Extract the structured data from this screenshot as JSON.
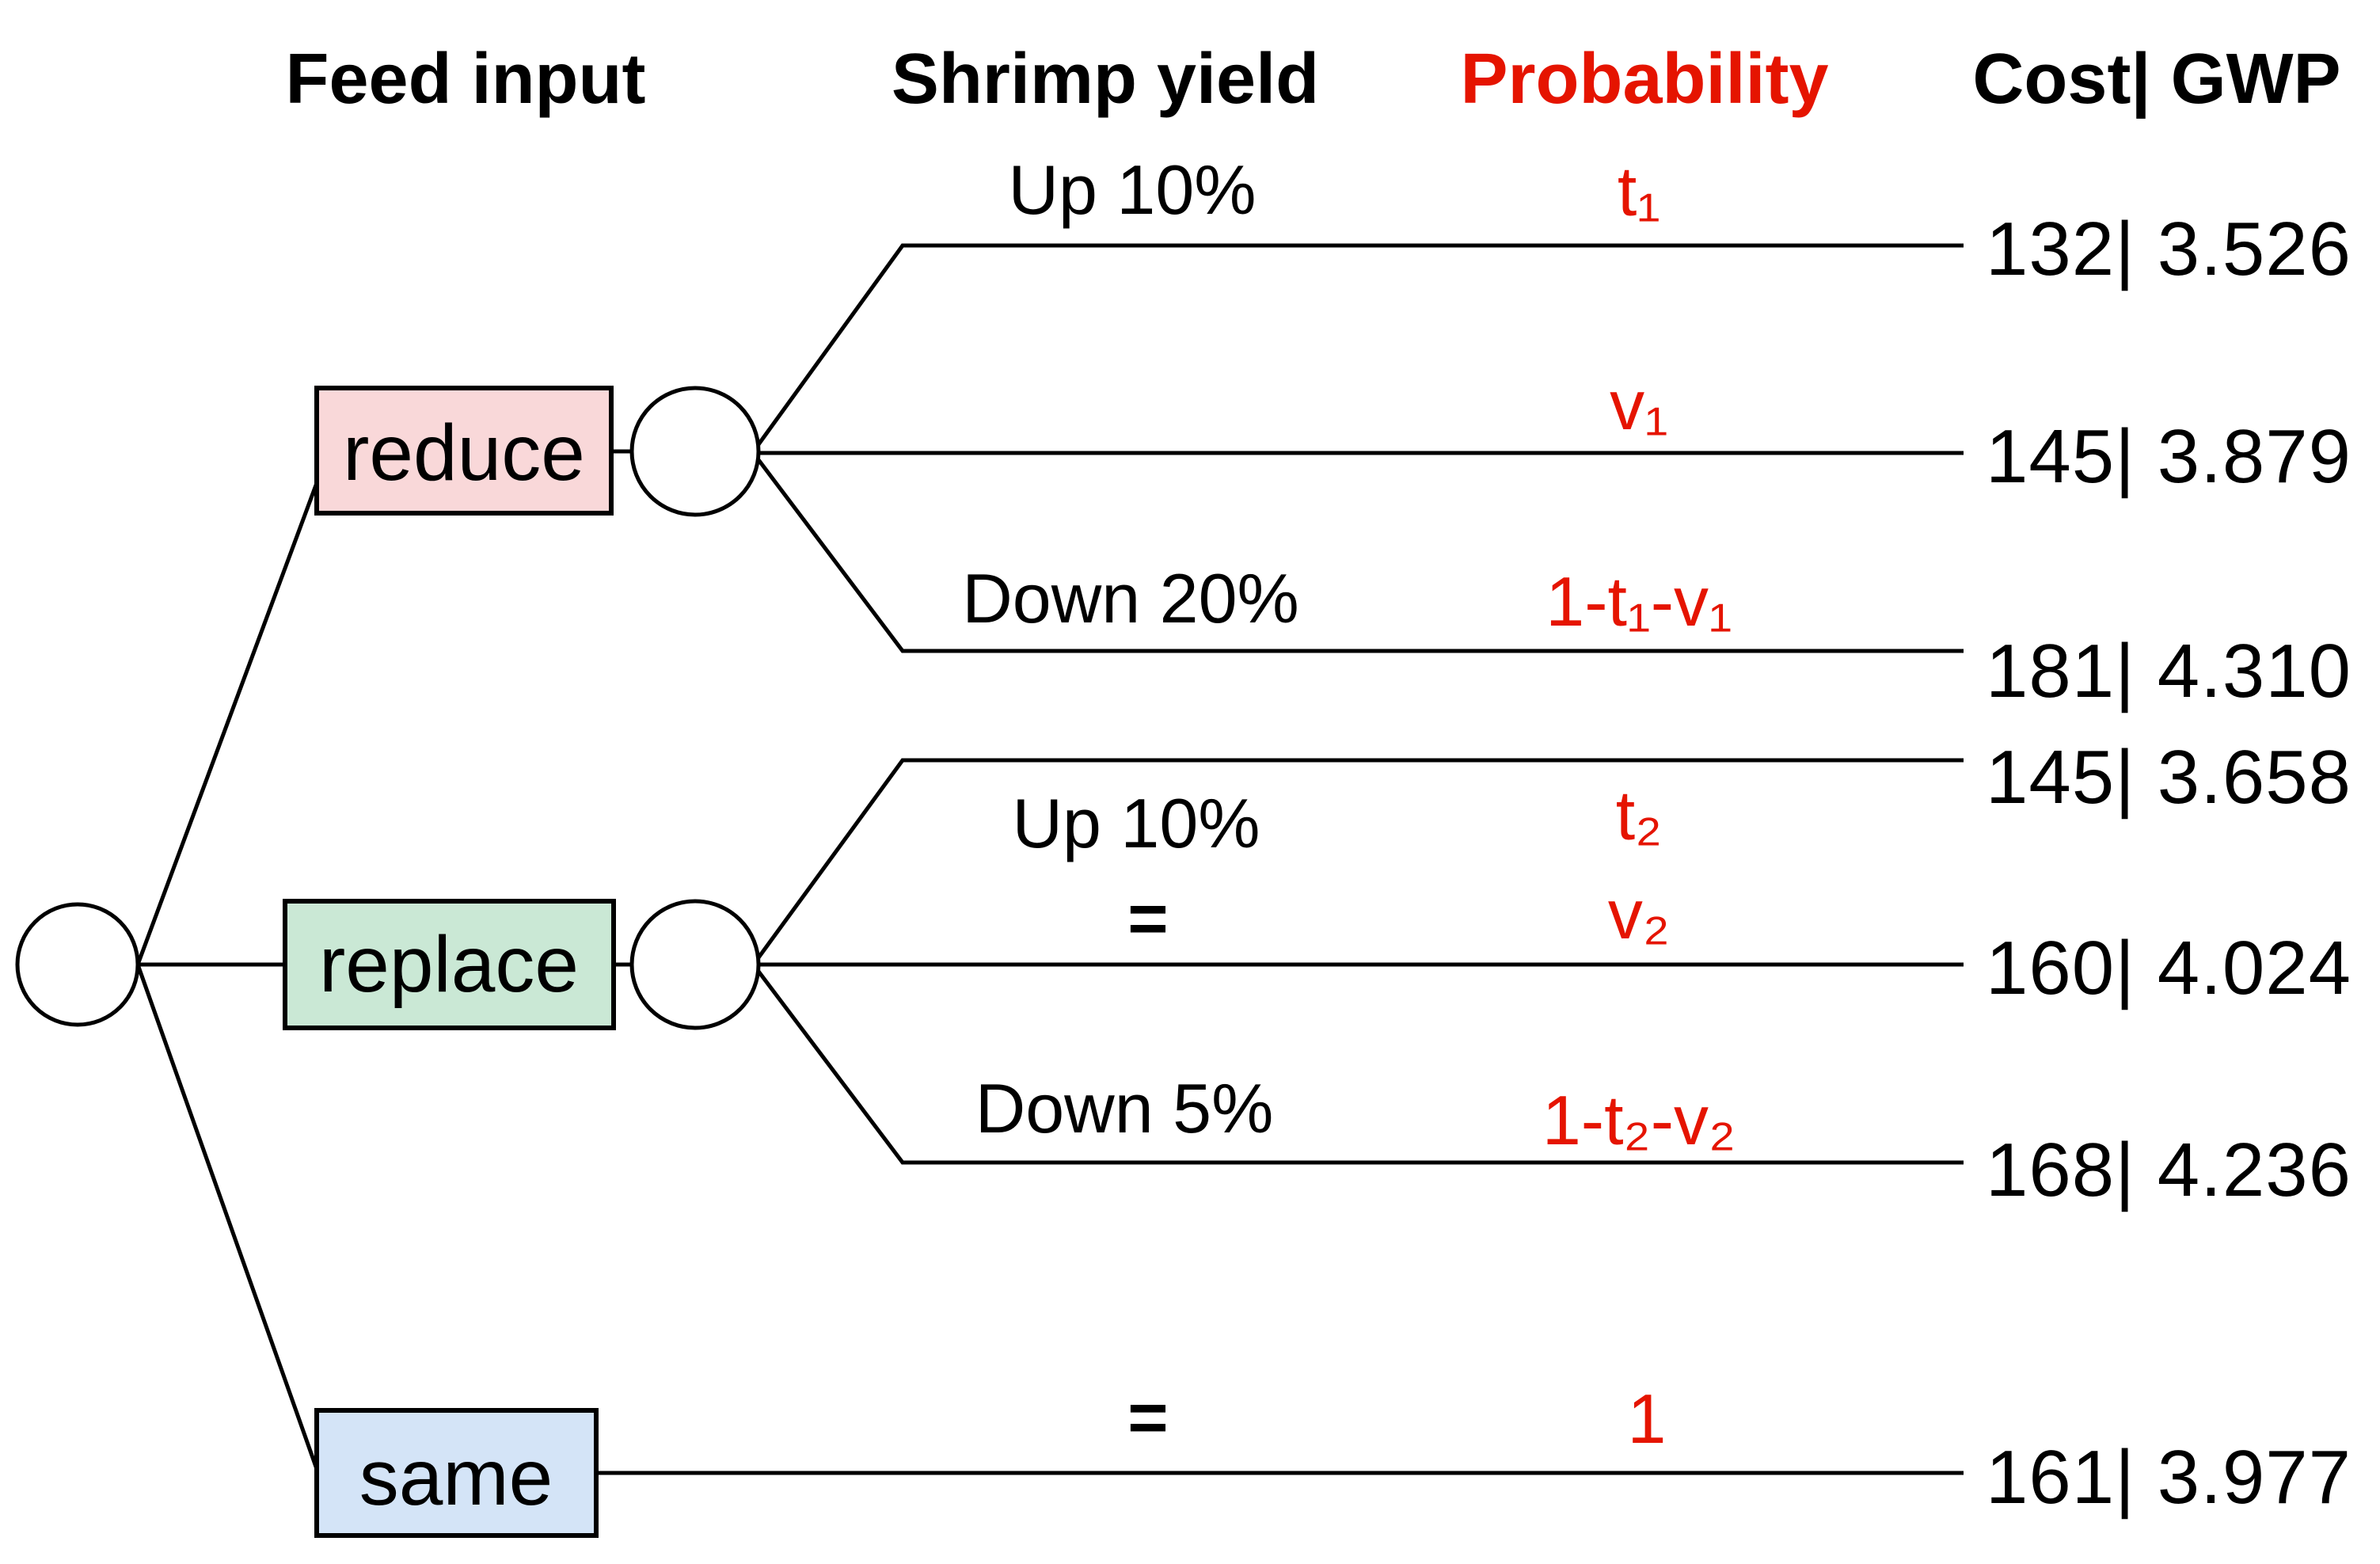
{
  "figure": {
    "type": "decision-tree",
    "headers": {
      "feed_input": "Feed input",
      "shrimp_yield": "Shrimp yield",
      "probability": "Probability",
      "cost_gwp": "Cost| GWP"
    },
    "colors": {
      "probability_red": "#e51400",
      "reduce_fill": "#f9d8d9",
      "replace_fill": "#cae8d5",
      "same_fill": "#d4e4f7",
      "line": "#000000"
    },
    "tree": {
      "root_node_type": "chance",
      "branches": [
        {
          "decision": "reduce",
          "node_type": "chance",
          "outcomes": [
            {
              "yield_label": "Up 10%",
              "probability": "t₁",
              "cost_gwp": "132| 3.526"
            },
            {
              "yield_label": "",
              "probability": "v₁",
              "cost_gwp": "145| 3.879"
            },
            {
              "yield_label": "Down 20%",
              "probability": "1-t₁-v₁",
              "cost_gwp": "181| 4.310"
            }
          ]
        },
        {
          "decision": "replace",
          "node_type": "chance",
          "outcomes": [
            {
              "yield_label": "Up 10%",
              "probability": "t₂",
              "cost_gwp": "145| 3.658"
            },
            {
              "yield_label": "=",
              "probability": "v₂",
              "cost_gwp": "160| 4.024"
            },
            {
              "yield_label": "Down 5%",
              "probability": "1-t₂-v₂",
              "cost_gwp": "168| 4.236"
            }
          ]
        },
        {
          "decision": "same",
          "node_type": "terminal",
          "outcomes": [
            {
              "yield_label": "=",
              "probability": "1",
              "cost_gwp": "161| 3.977"
            }
          ]
        }
      ]
    }
  }
}
